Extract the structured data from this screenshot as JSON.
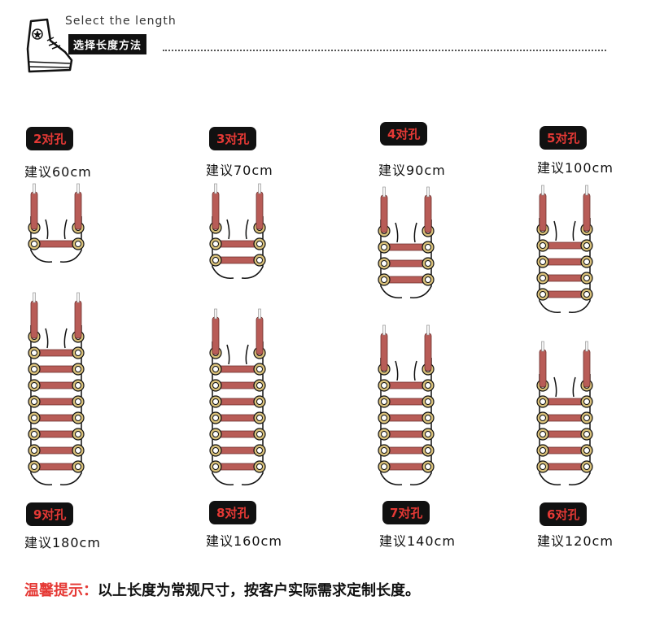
{
  "header": {
    "title_en": "Select the length",
    "title_cn": "选择长度方法",
    "icon": "sneaker-icon"
  },
  "items": [
    {
      "badge": "2对孔",
      "length": "建议60cm",
      "pairs": 2
    },
    {
      "badge": "3对孔",
      "length": "建议70cm",
      "pairs": 3
    },
    {
      "badge": "4对孔",
      "length": "建议90cm",
      "pairs": 4
    },
    {
      "badge": "5对孔",
      "length": "建议100cm",
      "pairs": 5
    },
    {
      "badge": "9对孔",
      "length": "建议180cm",
      "pairs": 9
    },
    {
      "badge": "8对孔",
      "length": "建议160cm",
      "pairs": 8
    },
    {
      "badge": "7对孔",
      "length": "建议140cm",
      "pairs": 7
    },
    {
      "badge": "6对孔",
      "length": "建议120cm",
      "pairs": 6
    }
  ],
  "tip": {
    "label": "温馨提示：",
    "text": "以上长度为常规尺寸，按客户实际需求定制长度。"
  },
  "colors": {
    "lace": "#b85c57",
    "eyelet_ring": "#d8c07a",
    "badge_text": "#e53935"
  }
}
